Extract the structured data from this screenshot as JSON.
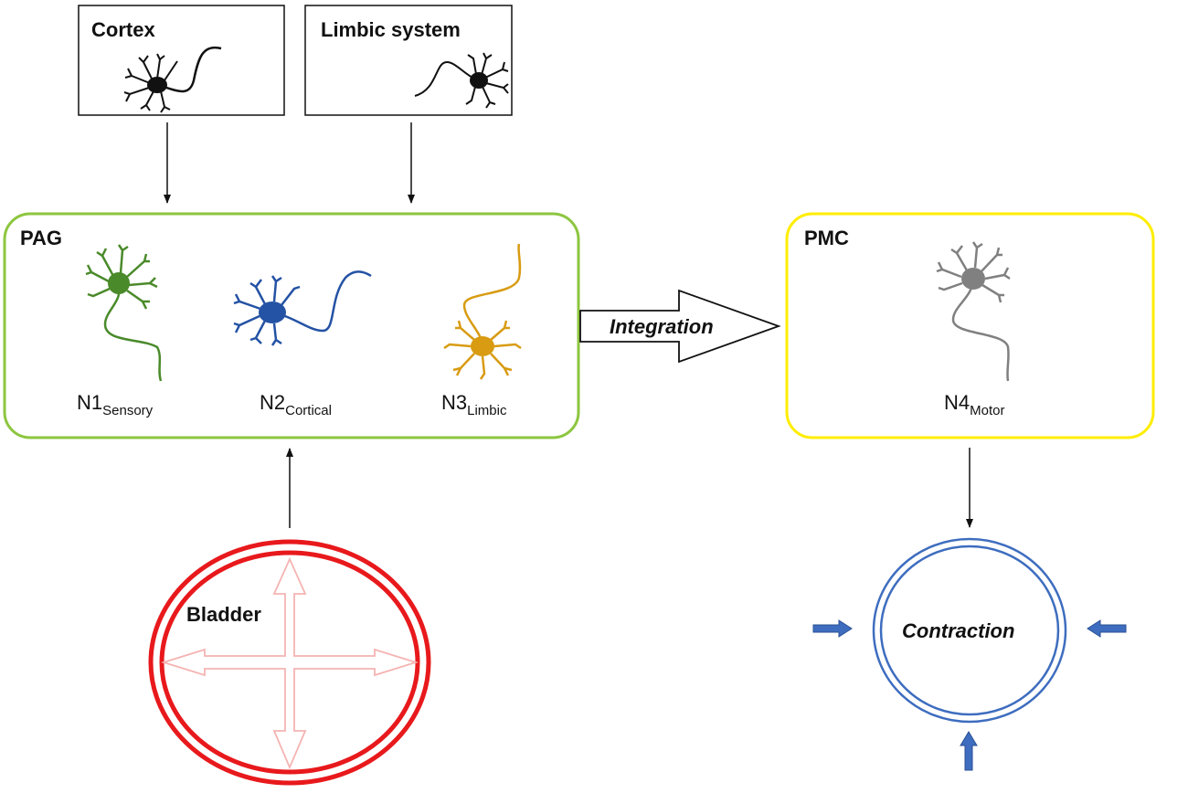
{
  "boxes": {
    "cortex": {
      "label": "Cortex"
    },
    "limbic": {
      "label": "Limbic system"
    },
    "pag": {
      "label": "PAG",
      "border_color": "#8dc63f"
    },
    "pmc": {
      "label": "PMC",
      "border_color": "#ffed00"
    }
  },
  "neurons": {
    "n1": {
      "name": "N1",
      "sub": "Sensory",
      "color": "#4a8a2a"
    },
    "n2": {
      "name": "N2",
      "sub": "Cortical",
      "color": "#2452a4"
    },
    "n3": {
      "name": "N3",
      "sub": "Limbic",
      "color": "#d89b12"
    },
    "n4": {
      "name": "N4",
      "sub": "Motor",
      "color": "#808080"
    }
  },
  "integration_label": "Integration",
  "bladder": {
    "label": "Bladder",
    "color": "#e8191c",
    "arrow_color": "#f4b4b2"
  },
  "contraction": {
    "label": "Contraction",
    "color": "#3e6dbf"
  }
}
